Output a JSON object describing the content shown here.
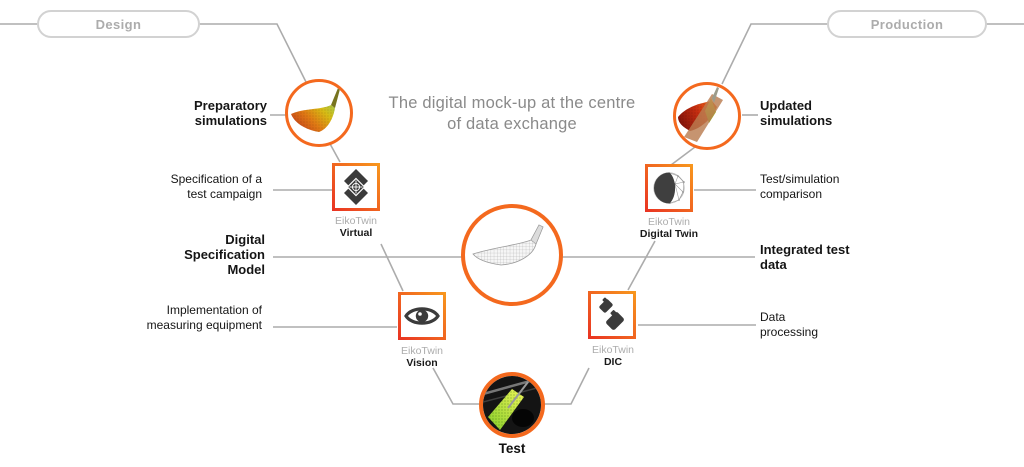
{
  "title": "The digital mock-up at the centre\nof data exchange",
  "pills": {
    "design": "Design",
    "production": "Production"
  },
  "left_labels": {
    "preparatory": "Preparatory\nsimulations",
    "specification": "Specification of a\ntest campaign",
    "digital_spec_model": "Digital\nSpecification\nModel",
    "implementation": "Implementation of\nmeasuring equipment"
  },
  "right_labels": {
    "updated": "Updated\nsimulations",
    "comparison": "Test/simulation\ncomparison",
    "integrated": "Integrated test\ndata",
    "data_processing": "Data\nprocessing"
  },
  "products": {
    "virtual": {
      "brand": "EikoTwin",
      "name": "Virtual"
    },
    "vision": {
      "brand": "EikoTwin",
      "name": "Vision"
    },
    "dic": {
      "brand": "EikoTwin",
      "name": "DIC"
    },
    "digital_twin": {
      "brand": "EikoTwin",
      "name": "Digital Twin"
    }
  },
  "test_label": "Test",
  "icons": {
    "virtual": "layered-diamonds-target-icon",
    "vision": "eye-icon",
    "dic": "stereo-cameras-icon",
    "digital_twin": "half-solid-wireframe-sphere-icon",
    "preparatory_circle": "simulation-result-thumbnail",
    "updated_circle": "updated-simulation-thumbnail",
    "center_circle": "wireframe-mesh-thumbnail",
    "test_circle": "test-specimen-photo-thumbnail"
  },
  "colors": {
    "accent_orange": "#F4691E",
    "accent_red": "#E93223",
    "accent_orange_light": "#F8991D",
    "line_gray": "#ACACAC",
    "title_gray": "#8A8A8A",
    "dark_text": "#151515",
    "icon_dark": "#3B3B3B"
  }
}
